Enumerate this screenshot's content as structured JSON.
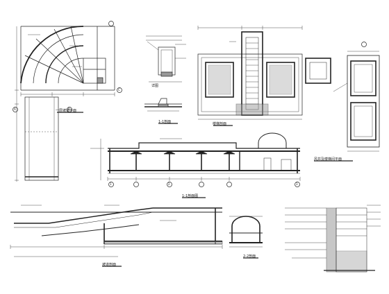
{
  "drawing": {
    "ink_color": "#222222",
    "fill_color": "#9a9a9a",
    "background": "#ffffff"
  },
  "captions": {
    "ramp_plan": "一层坡道平面",
    "detail_small": "详图",
    "section_small": "1-1剖面",
    "stair_section": "楼梯剖面",
    "shaft_plan": "风井及楼梯间平面",
    "long_section": "1-1剖面图",
    "ramp_section": "坡道剖面",
    "arch_section": "2-2剖面"
  },
  "grid_labels": [
    "A",
    "B",
    "C",
    "1",
    "2",
    "3"
  ]
}
